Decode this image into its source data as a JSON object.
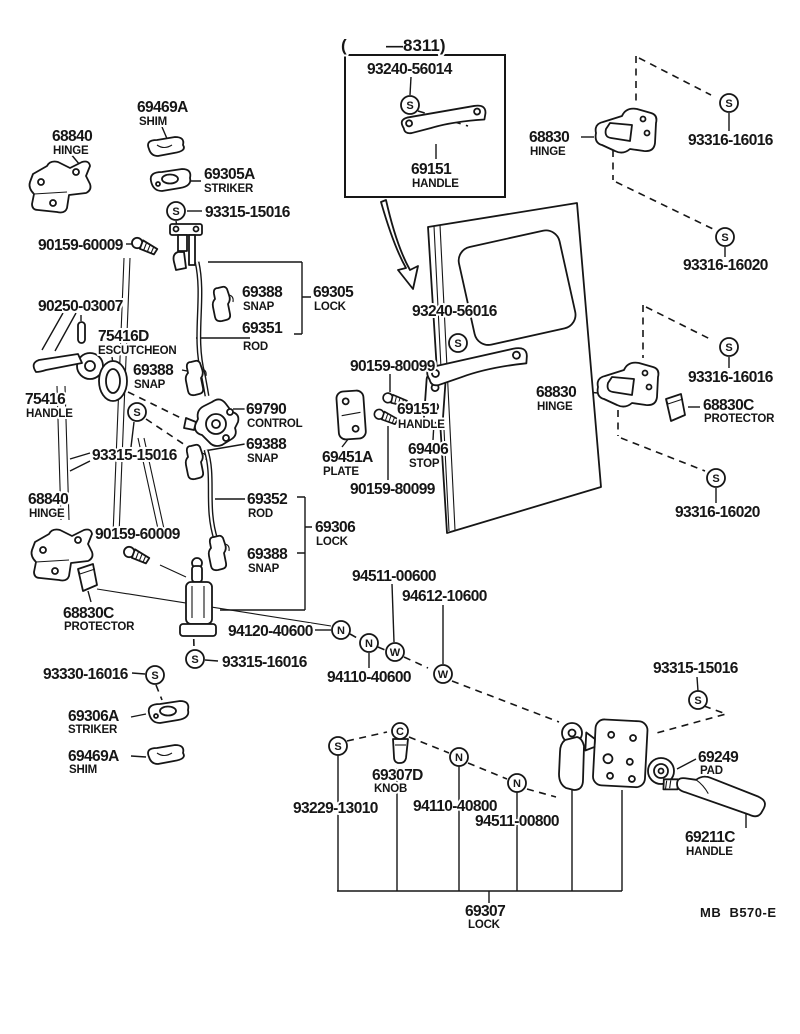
{
  "markers": {
    "s": "S",
    "n": "N",
    "w": "W",
    "c": "C"
  },
  "footer_code": "MB  B570-E",
  "inset": {
    "open": "(",
    "range_code": "—8311)",
    "screw": "93240-56014",
    "handle_number": "69151",
    "handle_caption": "HANDLE"
  },
  "labels": {
    "shim_top": {
      "number": "69469A",
      "caption": "SHIM"
    },
    "hinge_top_left": {
      "number": "68840",
      "caption": "HINGE"
    },
    "striker_top": {
      "number": "69305A",
      "caption": "STRIKER"
    },
    "screw_top": {
      "number": "93315-15016"
    },
    "clip_screw_top": {
      "number": "90159-60009"
    },
    "pin": {
      "number": "90250-03007"
    },
    "escutcheon": {
      "number": "75416D",
      "caption": "ESCUTCHEON"
    },
    "snap_escutcheon": {
      "number": "69388",
      "caption": "SNAP"
    },
    "inner_handle": {
      "number": "75416",
      "caption": "HANDLE"
    },
    "screw_mid": {
      "number": "93315-15016"
    },
    "control": {
      "number": "69790",
      "caption": "CONTROL"
    },
    "snap_mid": {
      "number": "69388",
      "caption": "SNAP"
    },
    "snap_upper": {
      "number": "69388",
      "caption": "SNAP"
    },
    "rod_upper": {
      "number": "69351",
      "caption": "ROD"
    },
    "lock_upper": {
      "number": "69305",
      "caption": "LOCK"
    },
    "hinge_top_right": {
      "number": "68830",
      "caption": "HINGE"
    },
    "bolt_top_right_upper": {
      "number": "93316-16016"
    },
    "bolt_top_right_lower": {
      "number": "93316-16020"
    },
    "door_screw": {
      "number": "93240-56016"
    },
    "door_bolt_upper": {
      "number": "90159-80099"
    },
    "plate": {
      "number": "69451A",
      "caption": "PLATE"
    },
    "stop": {
      "number": "69406",
      "caption": "STOP"
    },
    "door_handle": {
      "number": "69151",
      "caption": "HANDLE"
    },
    "hinge_mid_right": {
      "number": "68830",
      "caption": "HINGE"
    },
    "bolt_mid_right_upper": {
      "number": "93316-16016"
    },
    "protector_right": {
      "number": "68830C",
      "caption": "PROTECTOR"
    },
    "bolt_mid_right_lower": {
      "number": "93316-16020"
    },
    "door_bolt_lower": {
      "number": "90159-80099"
    },
    "hinge_lower_left": {
      "number": "68840",
      "caption": "HINGE"
    },
    "clip_screw_lower": {
      "number": "90159-60009"
    },
    "rod_lower": {
      "number": "69352",
      "caption": "ROD"
    },
    "lock_lower": {
      "number": "69306",
      "caption": "LOCK"
    },
    "snap_lower": {
      "number": "69388",
      "caption": "SNAP"
    },
    "protector_left": {
      "number": "68830C",
      "caption": "PROTECTOR"
    },
    "nut_upper": {
      "number": "94120-40600"
    },
    "nut_lower": {
      "number": "94110-40600"
    },
    "washer_upper": {
      "number": "94511-00600"
    },
    "washer_lower": {
      "number": "94612-10600"
    },
    "screw_bottom_left": {
      "number": "93315-16016"
    },
    "screw_striker": {
      "number": "93330-16016"
    },
    "striker_lower": {
      "number": "69306A",
      "caption": "STRIKER"
    },
    "shim_lower": {
      "number": "69469A",
      "caption": "SHIM"
    },
    "knob": {
      "number": "69307D",
      "caption": "KNOB"
    },
    "screw_knob": {
      "number": "93229-13010"
    },
    "nut_bottom": {
      "number": "94110-40800"
    },
    "washer_bottom": {
      "number": "94511-00800"
    },
    "lock_bottom": {
      "number": "69307",
      "caption": "LOCK"
    },
    "screw_bottom_right": {
      "number": "93315-15016"
    },
    "pad": {
      "number": "69249",
      "caption": "PAD"
    },
    "outer_handle": {
      "number": "69211C",
      "caption": "HANDLE"
    }
  }
}
